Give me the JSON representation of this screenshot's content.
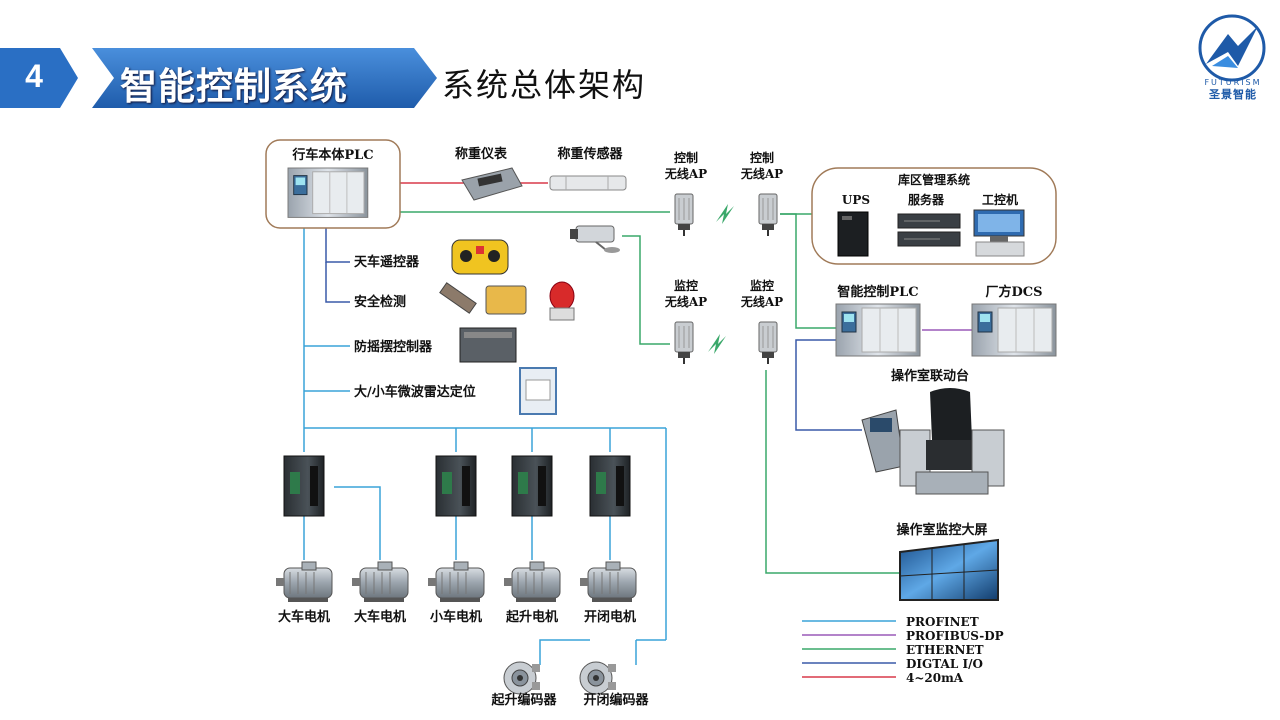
{
  "header": {
    "number": "4",
    "title": "智能控制系统",
    "subtitle": "系统总体架构"
  },
  "logo": {
    "en": "FUTURISM",
    "cn": "圣景智能"
  },
  "diagram": {
    "crane_plc": "行车本体PLC",
    "weighing_meter": "称重仪表",
    "weighing_sensor": "称重传感器",
    "control_ap_1": [
      "控制",
      "无线AP"
    ],
    "control_ap_2": [
      "控制",
      "无线AP"
    ],
    "monitor_ap_1": [
      "监控",
      "无线AP"
    ],
    "monitor_ap_2": [
      "监控",
      "无线AP"
    ],
    "warehouse_system": "库区管理系统",
    "ups": "UPS",
    "server": "服务器",
    "ipc": "工控机",
    "remote": "天车遥控器",
    "safety": "安全检测",
    "anti_sway": "防摇摆控制器",
    "radar": "大/小车微波雷达定位",
    "smart_plc": "智能控制PLC",
    "factory_dcs": "厂方DCS",
    "console": "操作室联动台",
    "big_screen": "操作室监控大屏",
    "motors": [
      "大车电机",
      "大车电机",
      "小车电机",
      "起升电机",
      "开闭电机"
    ],
    "encoders": [
      "起升编码器",
      "开闭编码器"
    ]
  },
  "legend": [
    {
      "label": "PROFINET",
      "color": "#3aa3d8"
    },
    {
      "label": "PROFIBUS-DP",
      "color": "#9a5ab8"
    },
    {
      "label": "ETHERNET",
      "color": "#3aa86a"
    },
    {
      "label": "DIGTAL I/O",
      "color": "#3a5aa8"
    },
    {
      "label": "4~20mA",
      "color": "#d83a4a"
    }
  ],
  "colors": {
    "header_blue": "#2a6fc4",
    "profinet": "#3aa3d8",
    "profibus": "#9a5ab8",
    "ethernet": "#3aa86a",
    "digital_io": "#3a5aa8",
    "analog": "#d83a4a"
  }
}
